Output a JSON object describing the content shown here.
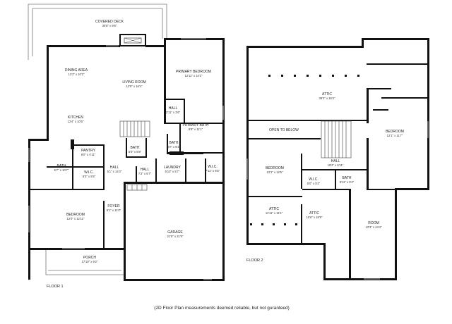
{
  "floor1": {
    "label": "FLOOR 1",
    "rooms": {
      "covered_deck": {
        "name": "COVERED DECK",
        "dim": "30'8\" x 9'6\""
      },
      "dining": {
        "name": "DINING AREA",
        "dim": "12'3\" x 10'2\""
      },
      "living": {
        "name": "LIVING ROOM",
        "dim": "13'8\" x 16'4\""
      },
      "primary_bed": {
        "name": "PRIMARY BEDROOM",
        "dim": "12'11\" x 14'1\""
      },
      "kitchen": {
        "name": "KITCHEN",
        "dim": "12'4\" x 10'6\""
      },
      "hall_a": {
        "name": "HALL",
        "dim": "3'11\" x 3'6\""
      },
      "primary_bath": {
        "name": "PRIMARY BATH",
        "dim": "8'8\" x 11'1\""
      },
      "bath_a": {
        "name": "BATH",
        "dim": "5'0\" x 8'1\""
      },
      "pantry": {
        "name": "PANTRY",
        "dim": "6'0\" x 4'11\""
      },
      "bath_b": {
        "name": "BATH",
        "dim": "5'7\" x 10'7\""
      },
      "wic_a": {
        "name": "W.I.C.",
        "dim": "6'0\" x 5'5\""
      },
      "hall_b": {
        "name": "HALL",
        "dim": "5'1\" x 14'3\""
      },
      "bath_c": {
        "name": "BATH",
        "dim": "5'0\" x 5'8\""
      },
      "hall_c": {
        "name": "HALL",
        "dim": "7'2\" x 5'7\""
      },
      "laundry": {
        "name": "LAUNDRY",
        "dim": "5'10\" x 5'7\""
      },
      "wic_b": {
        "name": "W.I.C.",
        "dim": "7'11\" x 6'5\""
      },
      "foyer": {
        "name": "FOYER",
        "dim": "5'1\" x 11'0\""
      },
      "bedroom": {
        "name": "BEDROOM",
        "dim": "12'0\" x 12'11\""
      },
      "garage": {
        "name": "GARAGE",
        "dim": "21'5\" x 21'5\""
      },
      "porch": {
        "name": "PORCH",
        "dim": "17'10\" x 9'2\""
      }
    }
  },
  "floor2": {
    "label": "FLOOR 2",
    "rooms": {
      "attic_a": {
        "name": "ATTIC",
        "dim": "39'3\" x 16'4\""
      },
      "open_below": {
        "name": "OPEN TO BELOW",
        "dim": ""
      },
      "bedroom_a": {
        "name": "BEDROOM",
        "dim": "12'1\" x 11'7\""
      },
      "bedroom_b": {
        "name": "BEDROOM",
        "dim": "12'1\" x 12'5\""
      },
      "hall": {
        "name": "HALL",
        "dim": "18'2\" x 6'11\""
      },
      "wic": {
        "name": "W.I.C.",
        "dim": "5'0\" x 5'2\""
      },
      "bath": {
        "name": "BATH",
        "dim": "8'11\" x 5'2\""
      },
      "attic_b": {
        "name": "ATTIC",
        "dim": "11'11\" x 11'1\""
      },
      "attic_c": {
        "name": "ATTIC",
        "dim": "10'6\" x 18'9\""
      },
      "room": {
        "name": "ROOM",
        "dim": "12'3\" x 24'4\""
      }
    }
  },
  "disclaimer": "(2D Floor Plan measurements deemed reliable, but not guranteed)"
}
